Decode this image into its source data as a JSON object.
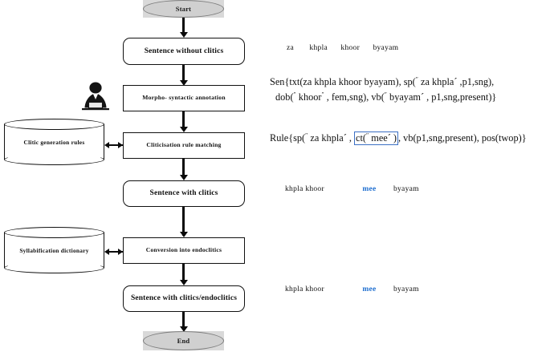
{
  "diagram": {
    "title": "Clitic generation and endoclitic conversion pipeline",
    "terminators": {
      "start": "Start",
      "end": "End"
    },
    "nodes": [
      {
        "id": "sentence-without-clitics",
        "label": "Sentence without clitics",
        "shape": "rounded-rectangle"
      },
      {
        "id": "morpho-syntactic-annotation",
        "label": "Morpho- syntactic  annotation",
        "shape": "rectangle"
      },
      {
        "id": "cliticisation-rule-matching",
        "label": "Cliticisation rule  matching",
        "shape": "rectangle"
      },
      {
        "id": "sentence-with-clitics",
        "label": "Sentence with clitics",
        "shape": "rounded-rectangle"
      },
      {
        "id": "conversion-into-endoclitics",
        "label": "Conversion into  endoclitics",
        "shape": "rectangle"
      },
      {
        "id": "sentence-with-clitics-endoclitics",
        "label": "Sentence with clitics/endoclitics",
        "shape": "rounded-rectangle"
      }
    ],
    "datastores": [
      {
        "id": "clitic-generation-rules",
        "label": "Clitic generation  rules",
        "shape": "cylinder"
      },
      {
        "id": "syllabification-dictionary",
        "label": "Syllabification  dictionary",
        "shape": "cylinder"
      }
    ],
    "icons": {
      "annotator": "person-at-desk-icon"
    },
    "colors": {
      "stroke": "#0b0b0b",
      "terminator_fill": "#d0d0d0",
      "terminator_backdrop": "#d9d9d9",
      "highlight_blue": "#1f6fd0",
      "box_border_blue": "#3b6fc4",
      "text": "#101010"
    }
  },
  "annotations": {
    "input_sentence": {
      "tokens": [
        "za",
        "khpla",
        "khoor",
        "byayam"
      ]
    },
    "annotated_sentence": {
      "line1_prefix": "Sen{txt(za khpla khoor byayam), sp(",
      "line1_sup_open": "″",
      "line1_mid": " za khpla´ ,p1,sng),",
      "line2_a_prefix": "dob(",
      "line2_a_sup_open": "″",
      "line2_a_mid": " khoor",
      "line2_a_sup_close": "″",
      "line2_b": " , fem,sng), vb(",
      "line2_b_sup_open": "″",
      "line2_b_tail": " byayam´ , p1,sng,present)}"
    },
    "rule": {
      "prefix": "Rule{sp(",
      "sup_open_1": "″",
      "mid_1": " za khpla´ , ",
      "boxed": {
        "prefix": "ct(",
        "sup_open": "″",
        "text": " mee´ )"
      },
      "suffix": ", vb(p1,sng,present), pos(twop)}"
    },
    "clitic_output": {
      "before": "khpla khoor",
      "clitic": "mee",
      "after": "byayam"
    },
    "endoclitic_output": {
      "before": "khpla khoor",
      "clitic": "mee",
      "after": "byayam"
    }
  }
}
